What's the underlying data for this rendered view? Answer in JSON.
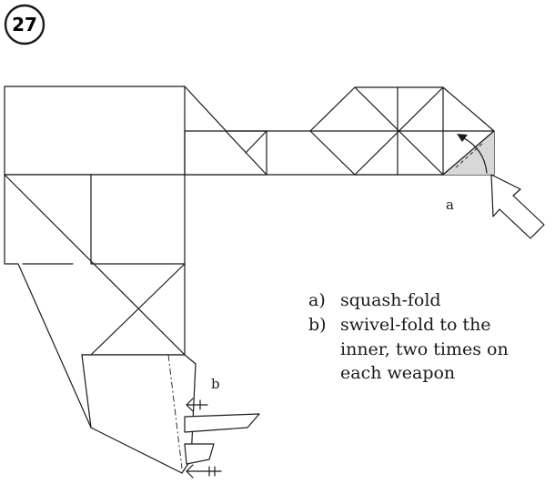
{
  "step": {
    "number": "27"
  },
  "labels": {
    "a": "a",
    "b": "b"
  },
  "instructions": [
    {
      "marker": "a)",
      "lines": [
        "squash-fold"
      ]
    },
    {
      "marker": "b)",
      "lines": [
        "swivel-fold to the",
        "inner, two times on",
        "each weapon"
      ]
    }
  ],
  "colors": {
    "line": "#1a1a1a",
    "shade": "#d8d8d8",
    "background": "#ffffff"
  }
}
